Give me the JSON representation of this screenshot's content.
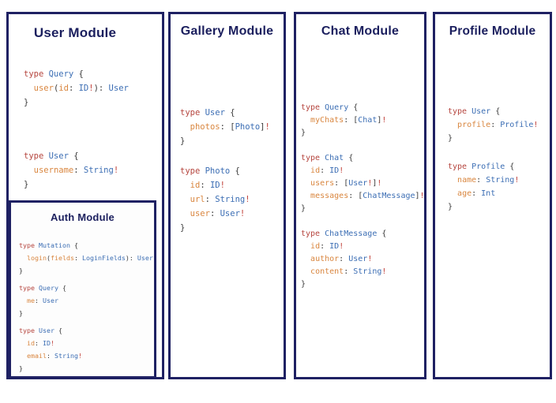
{
  "theme": {
    "panel_border": "#1f2163",
    "title_color": "#1b1f5e",
    "keyword": "#b5453e",
    "typename": "#3c6eb4",
    "field": "#d9863f",
    "bang": "#c2423a",
    "punct": "#3b3b3b"
  },
  "panels": [
    {
      "id": "user",
      "title": "User Module",
      "blocks": [
        [
          [
            [
              "kw",
              "type "
            ],
            [
              "ty",
              "Query"
            ],
            [
              "pu",
              " {"
            ]
          ],
          [
            [
              "pu",
              "  "
            ],
            [
              "fd",
              "user"
            ],
            [
              "pu",
              "("
            ],
            [
              "fd",
              "id"
            ],
            [
              "pu",
              ": "
            ],
            [
              "ty",
              "ID"
            ],
            [
              "bg",
              "!"
            ],
            [
              "pu",
              "): "
            ],
            [
              "ty",
              "User"
            ]
          ],
          [
            [
              "pu",
              "}"
            ]
          ]
        ],
        [
          [
            [
              "kw",
              "type "
            ],
            [
              "ty",
              "User"
            ],
            [
              "pu",
              " {"
            ]
          ],
          [
            [
              "pu",
              "  "
            ],
            [
              "fd",
              "username"
            ],
            [
              "pu",
              ": "
            ],
            [
              "ty",
              "String"
            ],
            [
              "bg",
              "!"
            ]
          ],
          [
            [
              "pu",
              "}"
            ]
          ]
        ]
      ]
    },
    {
      "id": "auth",
      "title": "Auth Module",
      "blocks": [
        [
          [
            [
              "kw",
              "type "
            ],
            [
              "ty",
              "Mutation"
            ],
            [
              "pu",
              " {"
            ]
          ],
          [
            [
              "pu",
              "  "
            ],
            [
              "fd",
              "login"
            ],
            [
              "pu",
              "("
            ],
            [
              "fd",
              "fields"
            ],
            [
              "pu",
              ": "
            ],
            [
              "ty",
              "LoginFields"
            ],
            [
              "pu",
              "): "
            ],
            [
              "ty",
              "User"
            ]
          ],
          [
            [
              "pu",
              "}"
            ]
          ]
        ],
        [
          [
            [
              "kw",
              "type "
            ],
            [
              "ty",
              "Query"
            ],
            [
              "pu",
              " {"
            ]
          ],
          [
            [
              "pu",
              "  "
            ],
            [
              "fd",
              "me"
            ],
            [
              "pu",
              ": "
            ],
            [
              "ty",
              "User"
            ]
          ],
          [
            [
              "pu",
              "}"
            ]
          ]
        ],
        [
          [
            [
              "kw",
              "type "
            ],
            [
              "ty",
              "User"
            ],
            [
              "pu",
              " {"
            ]
          ],
          [
            [
              "pu",
              "  "
            ],
            [
              "fd",
              "id"
            ],
            [
              "pu",
              ": "
            ],
            [
              "ty",
              "ID"
            ],
            [
              "bg",
              "!"
            ]
          ],
          [
            [
              "pu",
              "  "
            ],
            [
              "fd",
              "email"
            ],
            [
              "pu",
              ": "
            ],
            [
              "ty",
              "String"
            ],
            [
              "bg",
              "!"
            ]
          ],
          [
            [
              "pu",
              "}"
            ]
          ]
        ]
      ]
    },
    {
      "id": "gallery",
      "title": "Gallery Module",
      "blocks": [
        [
          [
            [
              "kw",
              "type "
            ],
            [
              "ty",
              "User"
            ],
            [
              "pu",
              " {"
            ]
          ],
          [
            [
              "pu",
              "  "
            ],
            [
              "fd",
              "photos"
            ],
            [
              "pu",
              ": ["
            ],
            [
              "ty",
              "Photo"
            ],
            [
              "pu",
              "]"
            ],
            [
              "bg",
              "!"
            ]
          ],
          [
            [
              "pu",
              "}"
            ]
          ]
        ],
        [
          [
            [
              "kw",
              "type "
            ],
            [
              "ty",
              "Photo"
            ],
            [
              "pu",
              " {"
            ]
          ],
          [
            [
              "pu",
              "  "
            ],
            [
              "fd",
              "id"
            ],
            [
              "pu",
              ": "
            ],
            [
              "ty",
              "ID"
            ],
            [
              "bg",
              "!"
            ]
          ],
          [
            [
              "pu",
              "  "
            ],
            [
              "fd",
              "url"
            ],
            [
              "pu",
              ": "
            ],
            [
              "ty",
              "String"
            ],
            [
              "bg",
              "!"
            ]
          ],
          [
            [
              "pu",
              "  "
            ],
            [
              "fd",
              "user"
            ],
            [
              "pu",
              ": "
            ],
            [
              "ty",
              "User"
            ],
            [
              "bg",
              "!"
            ]
          ],
          [
            [
              "pu",
              "}"
            ]
          ]
        ]
      ]
    },
    {
      "id": "chat",
      "title": "Chat Module",
      "blocks": [
        [
          [
            [
              "kw",
              "type "
            ],
            [
              "ty",
              "Query"
            ],
            [
              "pu",
              " {"
            ]
          ],
          [
            [
              "pu",
              "  "
            ],
            [
              "fd",
              "myChats"
            ],
            [
              "pu",
              ": ["
            ],
            [
              "ty",
              "Chat"
            ],
            [
              "pu",
              "]"
            ],
            [
              "bg",
              "!"
            ]
          ],
          [
            [
              "pu",
              "}"
            ]
          ]
        ],
        [
          [
            [
              "kw",
              "type "
            ],
            [
              "ty",
              "Chat"
            ],
            [
              "pu",
              " {"
            ]
          ],
          [
            [
              "pu",
              "  "
            ],
            [
              "fd",
              "id"
            ],
            [
              "pu",
              ": "
            ],
            [
              "ty",
              "ID"
            ],
            [
              "bg",
              "!"
            ]
          ],
          [
            [
              "pu",
              "  "
            ],
            [
              "fd",
              "users"
            ],
            [
              "pu",
              ": ["
            ],
            [
              "ty",
              "User"
            ],
            [
              "bg",
              "!"
            ],
            [
              "pu",
              "]"
            ],
            [
              "bg",
              "!"
            ]
          ],
          [
            [
              "pu",
              "  "
            ],
            [
              "fd",
              "messages"
            ],
            [
              "pu",
              ": ["
            ],
            [
              "ty",
              "ChatMessage"
            ],
            [
              "pu",
              "]"
            ],
            [
              "bg",
              "!"
            ]
          ],
          [
            [
              "pu",
              "}"
            ]
          ]
        ],
        [
          [
            [
              "kw",
              "type "
            ],
            [
              "ty",
              "ChatMessage"
            ],
            [
              "pu",
              " {"
            ]
          ],
          [
            [
              "pu",
              "  "
            ],
            [
              "fd",
              "id"
            ],
            [
              "pu",
              ": "
            ],
            [
              "ty",
              "ID"
            ],
            [
              "bg",
              "!"
            ]
          ],
          [
            [
              "pu",
              "  "
            ],
            [
              "fd",
              "author"
            ],
            [
              "pu",
              ": "
            ],
            [
              "ty",
              "User"
            ],
            [
              "bg",
              "!"
            ]
          ],
          [
            [
              "pu",
              "  "
            ],
            [
              "fd",
              "content"
            ],
            [
              "pu",
              ": "
            ],
            [
              "ty",
              "String"
            ],
            [
              "bg",
              "!"
            ]
          ],
          [
            [
              "pu",
              "}"
            ]
          ]
        ]
      ]
    },
    {
      "id": "profile",
      "title": "Profile Module",
      "blocks": [
        [
          [
            [
              "kw",
              "type "
            ],
            [
              "ty",
              "User"
            ],
            [
              "pu",
              " {"
            ]
          ],
          [
            [
              "pu",
              "  "
            ],
            [
              "fd",
              "profile"
            ],
            [
              "pu",
              ": "
            ],
            [
              "ty",
              "Profile"
            ],
            [
              "bg",
              "!"
            ]
          ],
          [
            [
              "pu",
              "}"
            ]
          ]
        ],
        [
          [
            [
              "kw",
              "type "
            ],
            [
              "ty",
              "Profile"
            ],
            [
              "pu",
              " {"
            ]
          ],
          [
            [
              "pu",
              "  "
            ],
            [
              "fd",
              "name"
            ],
            [
              "pu",
              ": "
            ],
            [
              "ty",
              "String"
            ],
            [
              "bg",
              "!"
            ]
          ],
          [
            [
              "pu",
              "  "
            ],
            [
              "fd",
              "age"
            ],
            [
              "pu",
              ": "
            ],
            [
              "ty",
              "Int"
            ]
          ],
          [
            [
              "pu",
              "}"
            ]
          ]
        ]
      ]
    }
  ]
}
